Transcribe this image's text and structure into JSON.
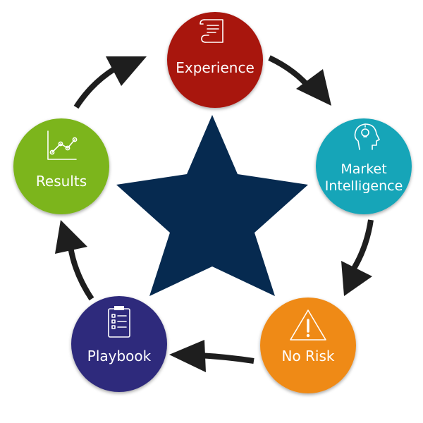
{
  "diagram": {
    "nodes": [
      {
        "id": "experience",
        "label": "Experience",
        "color": "#a8120e",
        "icon": "document-scroll-icon"
      },
      {
        "id": "market-intelligence",
        "label_line1": "Market",
        "label_line2": "Intelligence",
        "color": "#13a5b8",
        "icon": "head-lightbulb-icon"
      },
      {
        "id": "no-risk",
        "label": "No Risk",
        "color": "#ef8a17",
        "icon": "warning-triangle-icon"
      },
      {
        "id": "playbook",
        "label": "Playbook",
        "color": "#2e2a7c",
        "icon": "clipboard-checklist-icon"
      },
      {
        "id": "results",
        "label": "Results",
        "color": "#7cb51a",
        "icon": "line-chart-icon"
      }
    ],
    "center": {
      "shape": "star",
      "color": "#062a50"
    },
    "flow": "clockwise",
    "arrow_color": "#1e1e1e"
  }
}
